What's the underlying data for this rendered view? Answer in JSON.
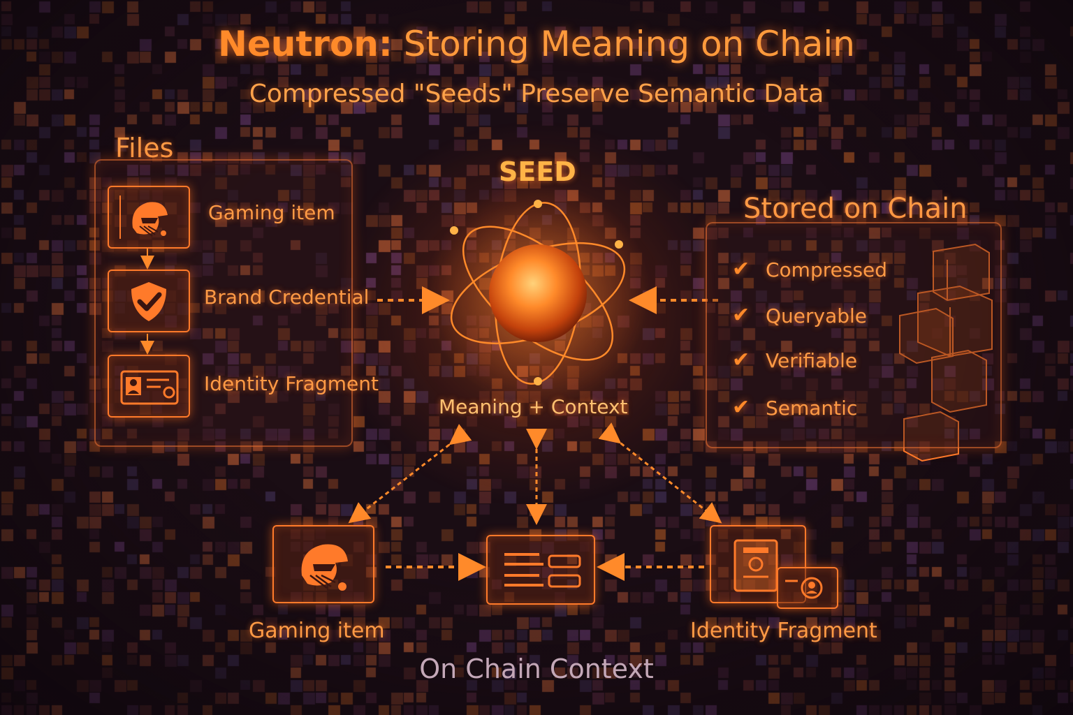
{
  "header": {
    "title_bold": "Neutron:",
    "title_rest": " Storing Meaning on Chain",
    "subtitle": "Compressed \"Seeds\" Preserve Semantic Data"
  },
  "files": {
    "heading": "Files",
    "items": [
      {
        "label": "Gaming item",
        "icon": "helmet-icon"
      },
      {
        "label": "Brand Credential",
        "icon": "shield-check-icon"
      },
      {
        "label": "Identity Fragment",
        "icon": "id-card-icon"
      }
    ]
  },
  "seed": {
    "title": "SEED",
    "caption": "Meaning + Context"
  },
  "chain": {
    "heading": "Stored on Chain",
    "features": [
      "Compressed",
      "Queryable",
      "Verifiable",
      "Semantic"
    ]
  },
  "bottom": {
    "items": [
      {
        "label": "Gaming item",
        "icon": "helmet-icon"
      },
      {
        "label": "",
        "icon": "document-icon"
      },
      {
        "label": "Identity Fragment",
        "icon": "id-card-stack-icon"
      }
    ],
    "caption": "On Chain Context"
  },
  "colors": {
    "accent": "#ff8a2a",
    "background": "#1a0d14",
    "glow": "#ffb347"
  }
}
